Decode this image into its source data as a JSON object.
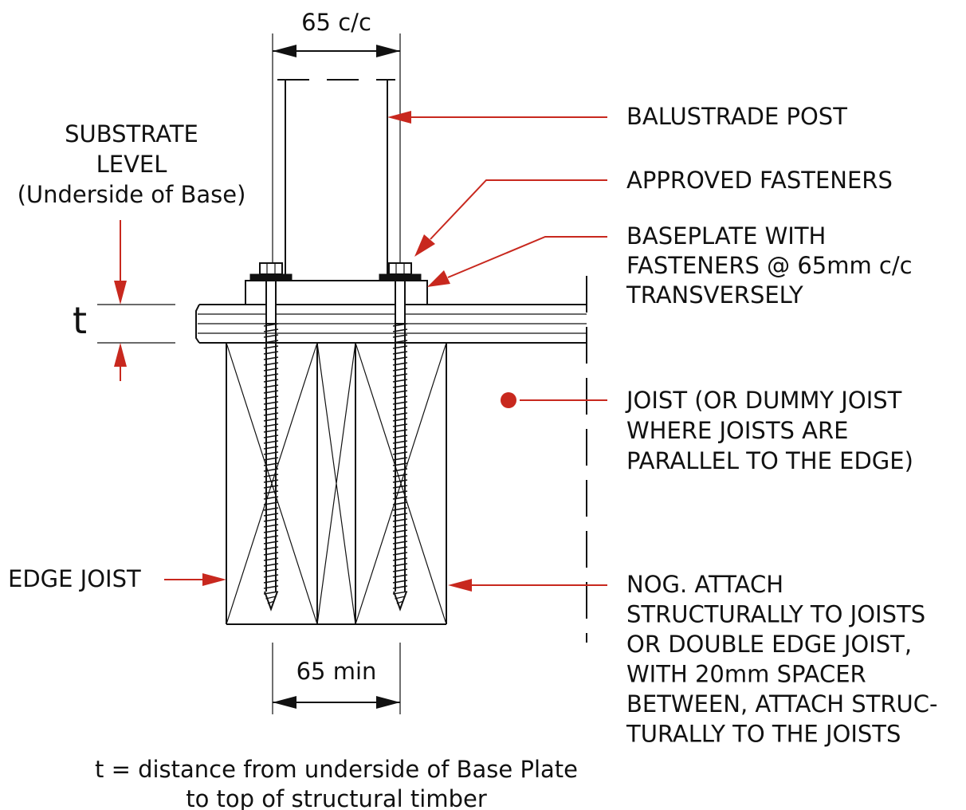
{
  "dimensions": {
    "top": "65 c/c",
    "bottom": "65 min",
    "t_symbol": "t"
  },
  "labels": {
    "substrate_level": [
      "SUBSTRATE",
      "LEVEL",
      "(Underside of Base)"
    ],
    "balustrade_post": [
      "BALUSTRADE POST"
    ],
    "approved_fasteners": [
      "APPROVED FASTENERS"
    ],
    "baseplate": [
      "BASEPLATE WITH",
      "FASTENERS @ 65mm c/c",
      "TRANSVERSELY"
    ],
    "joist": [
      "JOIST (OR DUMMY JOIST",
      "WHERE JOISTS ARE",
      "PARALLEL TO THE EDGE)"
    ],
    "edge_joist": [
      "EDGE JOIST"
    ],
    "nog": [
      "NOG.  ATTACH",
      "STRUCTURALLY TO JOISTS",
      "OR DOUBLE EDGE JOIST,",
      "WITH 20mm SPACER",
      "BETWEEN, ATTACH STRUC-",
      "TURALLY TO THE JOISTS"
    ]
  },
  "note": [
    "t = distance from underside of Base Plate",
    "to top of structural timber"
  ],
  "colors": {
    "leader": "#c8281e",
    "line": "#111111"
  }
}
